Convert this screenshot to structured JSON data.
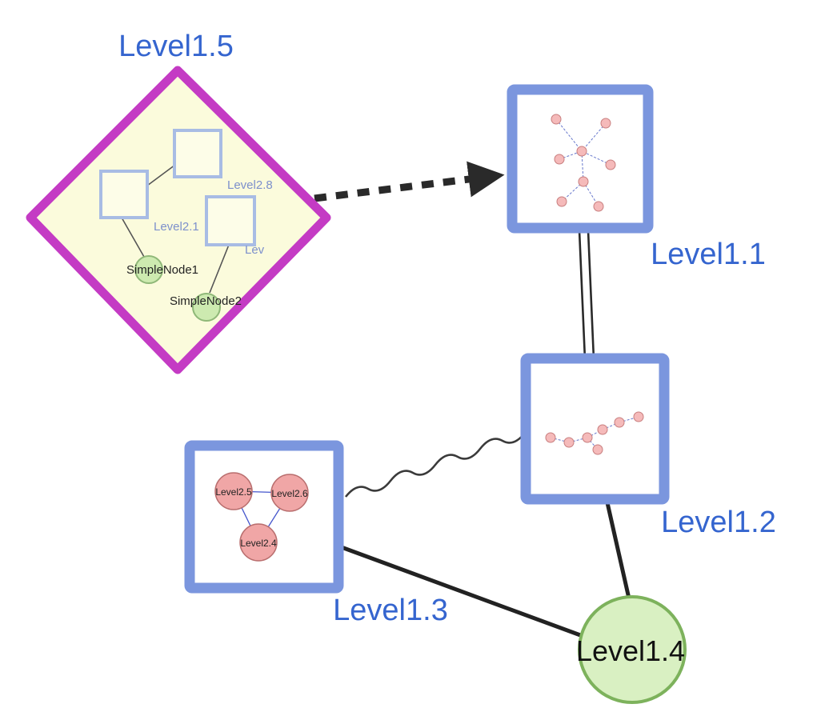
{
  "diagram_type": "nested-graph",
  "colors": {
    "label_blue": "#3565cf",
    "diamond_border_magenta": "#c43bc4",
    "diamond_fill_yellow": "#fbfbdc",
    "group_box_border_blue": "#7b96de",
    "inner_square_border": "#a8bce4",
    "green_node_fill": "#d9f0c2",
    "green_node_border": "#7db25c",
    "pink_node_fill": "#f0a6a6",
    "pink_node_border": "#c07070",
    "edge_dark": "#2a2a2a",
    "mini_edge_blue": "#6677cc"
  },
  "nodes": {
    "level1_5": {
      "label": "Level1.5",
      "shape": "diamond"
    },
    "level1_1": {
      "label": "Level1.1",
      "shape": "group-box"
    },
    "level1_2": {
      "label": "Level1.2",
      "shape": "group-box"
    },
    "level1_3": {
      "label": "Level1.3",
      "shape": "group-box"
    },
    "level1_4": {
      "label": "Level1.4",
      "shape": "circle"
    },
    "level2_8": {
      "label": "Level2.8",
      "shape": "square"
    },
    "level2_1": {
      "label": "Level2.1",
      "shape": "square"
    },
    "lev_truncated": {
      "label": "Lev",
      "shape": "square"
    },
    "simple_node1": {
      "label": "SimpleNode1",
      "shape": "small-circle"
    },
    "simple_node2": {
      "label": "SimpleNode2",
      "shape": "small-circle"
    },
    "level2_5": {
      "label": "Level2.5",
      "shape": "pink-circle"
    },
    "level2_6": {
      "label": "Level2.6",
      "shape": "pink-circle"
    },
    "level2_4": {
      "label": "Level2.4",
      "shape": "pink-circle"
    }
  },
  "edges": {
    "l15_to_l11": {
      "style": "bold-dashed-arrow"
    },
    "l11_to_l12": {
      "style": "double-line"
    },
    "l12_to_l13": {
      "style": "wavy"
    },
    "l13_to_l14": {
      "style": "thick-line"
    },
    "l12_to_l14": {
      "style": "thick-line"
    }
  }
}
